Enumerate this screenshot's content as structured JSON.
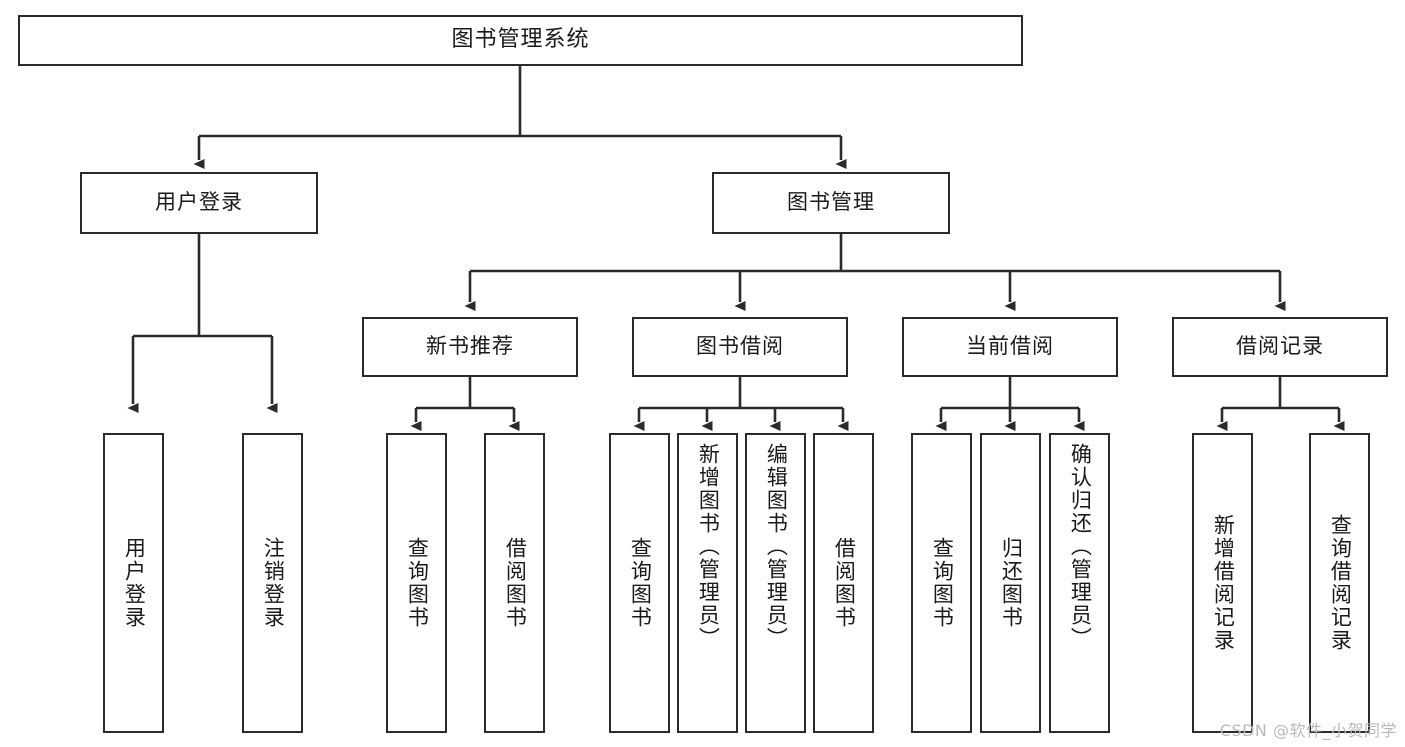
{
  "diagram": {
    "title": "图书管理系统",
    "type": "functional-structure-tree",
    "watermark": "CSDN @软件_小贺同学",
    "colors": {
      "stroke": "#2b2b2b",
      "fill": "#ffffff",
      "text": "#1a1a1a",
      "watermark": "#b9b9b9"
    },
    "root": {
      "label": "图书管理系统"
    },
    "level2": [
      {
        "id": "user-login",
        "label": "用户登录"
      },
      {
        "id": "book-management",
        "label": "图书管理"
      }
    ],
    "level3": [
      {
        "id": "new-book-recommend",
        "label": "新书推荐"
      },
      {
        "id": "book-borrow",
        "label": "图书借阅"
      },
      {
        "id": "current-borrow",
        "label": "当前借阅"
      },
      {
        "id": "borrow-record",
        "label": "借阅记录"
      }
    ],
    "leaves": {
      "user_login": [
        {
          "id": "leaf-user-login",
          "label": "用户登录"
        },
        {
          "id": "leaf-logout-login",
          "label": "注销登录"
        }
      ],
      "new_book_recommend": [
        {
          "id": "leaf-query-book-1",
          "label": "查询图书"
        },
        {
          "id": "leaf-borrow-book-1",
          "label": "借阅图书"
        }
      ],
      "book_borrow": [
        {
          "id": "leaf-query-book-2",
          "label": "查询图书"
        },
        {
          "id": "leaf-add-book",
          "label": "新增图书（管理员）"
        },
        {
          "id": "leaf-edit-book",
          "label": "编辑图书（管理员）"
        },
        {
          "id": "leaf-borrow-book-2",
          "label": "借阅图书"
        }
      ],
      "current_borrow": [
        {
          "id": "leaf-query-book-3",
          "label": "查询图书"
        },
        {
          "id": "leaf-return-book",
          "label": "归还图书"
        },
        {
          "id": "leaf-confirm-return",
          "label": "确认归还（管理员）"
        }
      ],
      "borrow_record": [
        {
          "id": "leaf-add-borrow-record",
          "label": "新增借阅记录"
        },
        {
          "id": "leaf-query-borrow-record",
          "label": "查询借阅记录"
        }
      ]
    }
  }
}
